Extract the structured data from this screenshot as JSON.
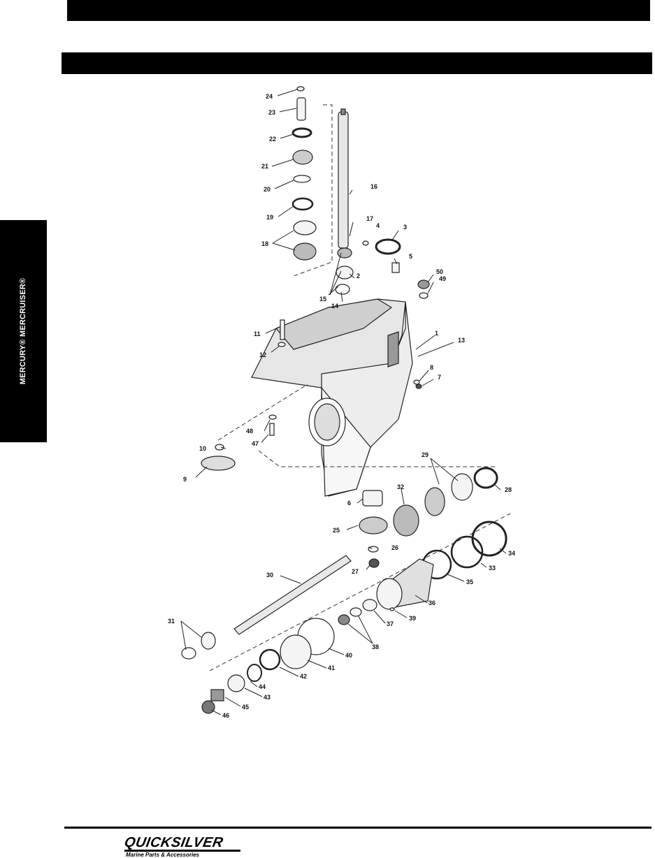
{
  "header": {
    "top_bar_text": "",
    "section_bar_text": ""
  },
  "side_tab": {
    "label": "MERCURY® MERCRUISER®"
  },
  "diagram": {
    "callouts": [
      {
        "id": "24",
        "label": "24"
      },
      {
        "id": "23",
        "label": "23"
      },
      {
        "id": "22",
        "label": "22"
      },
      {
        "id": "21",
        "label": "21"
      },
      {
        "id": "20",
        "label": "20"
      },
      {
        "id": "19",
        "label": "19"
      },
      {
        "id": "18",
        "label": "18"
      },
      {
        "id": "16",
        "label": "16"
      },
      {
        "id": "17",
        "label": "17"
      },
      {
        "id": "4",
        "label": "4"
      },
      {
        "id": "3",
        "label": "3"
      },
      {
        "id": "5",
        "label": "5"
      },
      {
        "id": "2",
        "label": "2"
      },
      {
        "id": "15",
        "label": "15"
      },
      {
        "id": "14",
        "label": "14"
      },
      {
        "id": "50",
        "label": "50"
      },
      {
        "id": "49",
        "label": "49"
      },
      {
        "id": "11",
        "label": "11"
      },
      {
        "id": "1",
        "label": "1"
      },
      {
        "id": "13",
        "label": "13"
      },
      {
        "id": "12",
        "label": "12"
      },
      {
        "id": "8",
        "label": "8"
      },
      {
        "id": "7",
        "label": "7"
      },
      {
        "id": "48",
        "label": "48"
      },
      {
        "id": "47",
        "label": "47"
      },
      {
        "id": "10",
        "label": "10"
      },
      {
        "id": "9",
        "label": "9"
      },
      {
        "id": "29",
        "label": "29"
      },
      {
        "id": "28",
        "label": "28"
      },
      {
        "id": "32",
        "label": "32"
      },
      {
        "id": "6",
        "label": "6"
      },
      {
        "id": "25",
        "label": "25"
      },
      {
        "id": "26",
        "label": "26"
      },
      {
        "id": "34",
        "label": "34"
      },
      {
        "id": "33",
        "label": "33"
      },
      {
        "id": "27",
        "label": "27"
      },
      {
        "id": "30",
        "label": "30"
      },
      {
        "id": "35",
        "label": "35"
      },
      {
        "id": "36",
        "label": "36"
      },
      {
        "id": "31",
        "label": "31"
      },
      {
        "id": "39",
        "label": "39"
      },
      {
        "id": "37",
        "label": "37"
      },
      {
        "id": "38",
        "label": "38"
      },
      {
        "id": "40",
        "label": "40"
      },
      {
        "id": "41",
        "label": "41"
      },
      {
        "id": "42",
        "label": "42"
      },
      {
        "id": "44",
        "label": "44"
      },
      {
        "id": "43",
        "label": "43"
      },
      {
        "id": "45",
        "label": "45"
      },
      {
        "id": "46",
        "label": "46"
      }
    ]
  },
  "footer": {
    "logo_text": "QUICKSILVER",
    "logo_tagline": "Marine Parts & Accessories"
  }
}
